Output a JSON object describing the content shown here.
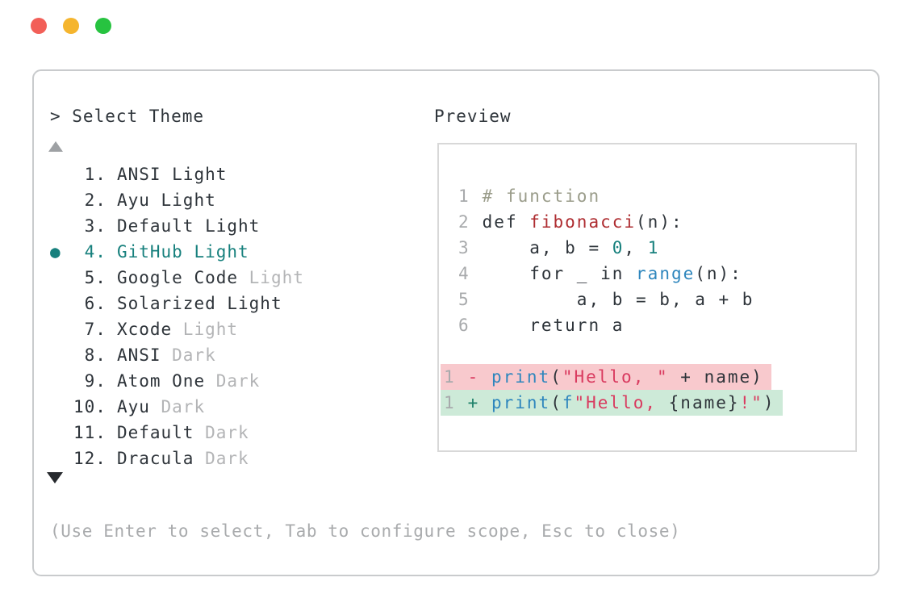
{
  "colors": {
    "text": "#2e343a",
    "dim": "#b3b4b6",
    "teal": "#17807d",
    "comment": "#9a9c8a",
    "func": "#ae2c30",
    "str": "#d93a5f",
    "blue": "#2e86bd",
    "num": "#17807d",
    "plus": "#1d8069",
    "minus": "#d93a5f",
    "add_bg": "#cdead8",
    "del_bg": "#f8c9cd",
    "traffic_red": "#f25f58",
    "traffic_yellow": "#f5b52e",
    "traffic_green": "#27c340",
    "arrow_up": "#9ea1a4",
    "arrow_down": "#26292d"
  },
  "selector": {
    "prompt": "> Select Theme",
    "footer": "(Use Enter to select, Tab to configure scope, Esc to close)",
    "items": [
      {
        "bullet": "",
        "num": " 1.",
        "name": "ANSI Light",
        "variant": "",
        "selected": false
      },
      {
        "bullet": "",
        "num": " 2.",
        "name": "Ayu Light",
        "variant": "",
        "selected": false
      },
      {
        "bullet": "",
        "num": " 3.",
        "name": "Default Light",
        "variant": "",
        "selected": false
      },
      {
        "bullet": "●",
        "num": " 4.",
        "name": "GitHub Light",
        "variant": "",
        "selected": true
      },
      {
        "bullet": "",
        "num": " 5.",
        "name": "Google Code",
        "variant": " Light",
        "selected": false
      },
      {
        "bullet": "",
        "num": " 6.",
        "name": "Solarized Light",
        "variant": "",
        "selected": false
      },
      {
        "bullet": "",
        "num": " 7.",
        "name": "Xcode",
        "variant": " Light",
        "selected": false
      },
      {
        "bullet": "",
        "num": " 8.",
        "name": "ANSI",
        "variant": " Dark",
        "selected": false
      },
      {
        "bullet": "",
        "num": " 9.",
        "name": "Atom One",
        "variant": " Dark",
        "selected": false
      },
      {
        "bullet": "",
        "num": "10.",
        "name": "Ayu",
        "variant": " Dark",
        "selected": false
      },
      {
        "bullet": "",
        "num": "11.",
        "name": "Default",
        "variant": " Dark",
        "selected": false
      },
      {
        "bullet": "",
        "num": "12.",
        "name": "Dracula",
        "variant": " Dark",
        "selected": false
      }
    ]
  },
  "preview": {
    "label": "Preview",
    "lines": [
      {
        "num": "1",
        "bg": "",
        "tokens": [
          {
            "t": "# function",
            "c": "comment"
          }
        ]
      },
      {
        "num": "2",
        "bg": "",
        "tokens": [
          {
            "t": "def ",
            "c": "text"
          },
          {
            "t": "fibonacci",
            "c": "func"
          },
          {
            "t": "(n):",
            "c": "text"
          }
        ]
      },
      {
        "num": "3",
        "bg": "",
        "tokens": [
          {
            "t": "    a, b = ",
            "c": "text"
          },
          {
            "t": "0",
            "c": "num"
          },
          {
            "t": ", ",
            "c": "text"
          },
          {
            "t": "1",
            "c": "num"
          }
        ]
      },
      {
        "num": "4",
        "bg": "",
        "tokens": [
          {
            "t": "    for _ in ",
            "c": "text"
          },
          {
            "t": "range",
            "c": "blue"
          },
          {
            "t": "(n):",
            "c": "text"
          }
        ]
      },
      {
        "num": "5",
        "bg": "",
        "tokens": [
          {
            "t": "        a, b = b, a + b",
            "c": "text"
          }
        ]
      },
      {
        "num": "6",
        "bg": "",
        "tokens": [
          {
            "t": "    return a",
            "c": "text"
          }
        ]
      },
      {
        "num": "",
        "bg": "",
        "tokens": []
      },
      {
        "num": "1",
        "bg": "del",
        "tokens": [
          {
            "t": "-",
            "c": "minus"
          },
          {
            "t": " ",
            "c": "text"
          },
          {
            "t": "print",
            "c": "blue"
          },
          {
            "t": "(",
            "c": "text"
          },
          {
            "t": "\"Hello, \"",
            "c": "str"
          },
          {
            "t": " + name)",
            "c": "text"
          }
        ]
      },
      {
        "num": "1",
        "bg": "add",
        "tokens": [
          {
            "t": "+",
            "c": "plus"
          },
          {
            "t": " ",
            "c": "text"
          },
          {
            "t": "print",
            "c": "blue"
          },
          {
            "t": "(",
            "c": "text"
          },
          {
            "t": "f",
            "c": "blue"
          },
          {
            "t": "\"Hello, ",
            "c": "str"
          },
          {
            "t": "{name}",
            "c": "text"
          },
          {
            "t": "!\"",
            "c": "str"
          },
          {
            "t": ")",
            "c": "text"
          }
        ]
      }
    ]
  }
}
